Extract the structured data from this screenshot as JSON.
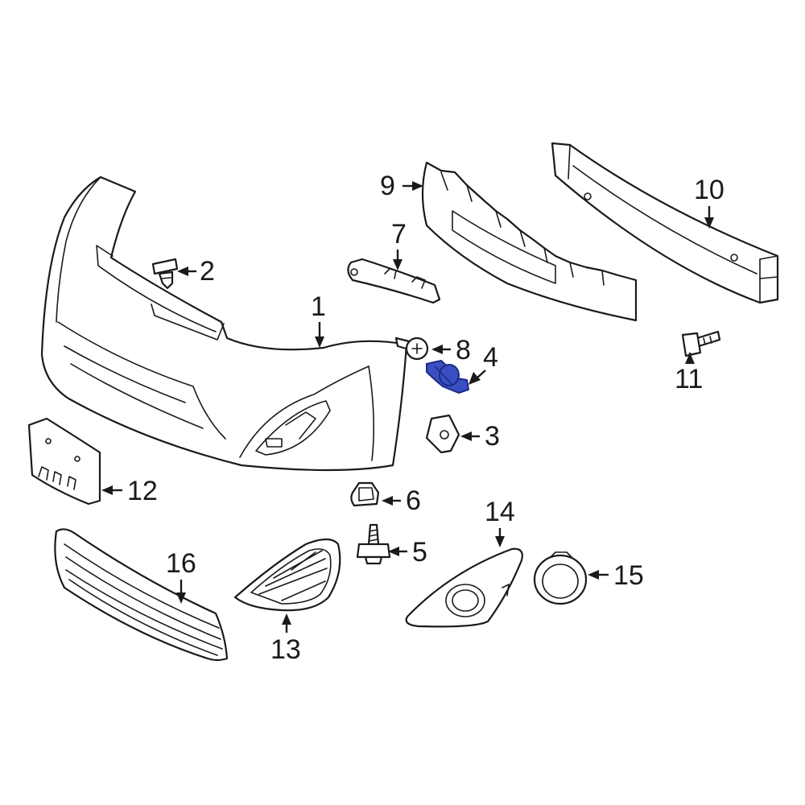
{
  "colors": {
    "line": "#1a1a1a",
    "background": "#ffffff",
    "highlight_fill": "#3a4fc0",
    "highlight_stroke": "#1c2a8a"
  },
  "highlighted_part": "4",
  "callouts": {
    "c1": "1",
    "c2": "2",
    "c3": "3",
    "c4": "4",
    "c5": "5",
    "c6": "6",
    "c7": "7",
    "c8": "8",
    "c9": "9",
    "c10": "10",
    "c11": "11",
    "c12": "12",
    "c13": "13",
    "c14": "14",
    "c15": "15",
    "c16": "16"
  }
}
